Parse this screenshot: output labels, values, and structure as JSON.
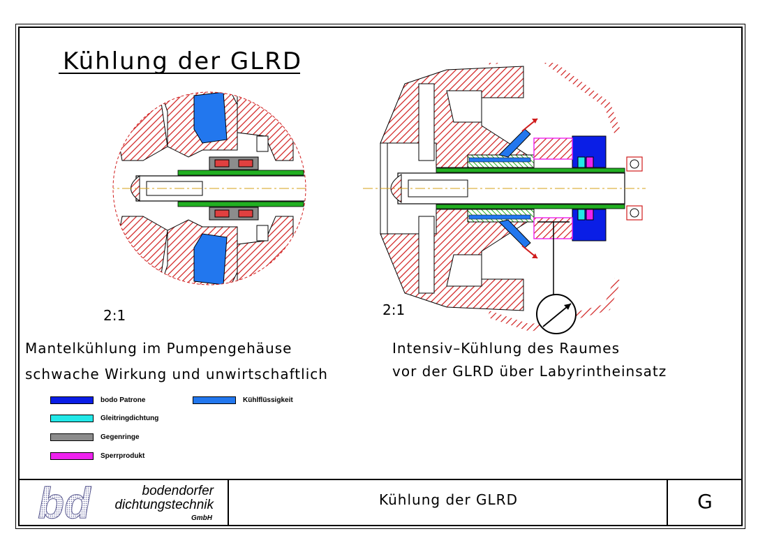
{
  "title": "Kühlung der GLRD",
  "left_view": {
    "scale": "2:1",
    "caption_line1": "Mantelkühlung im Pumpengehäuse",
    "caption_line2": "schwache Wirkung und unwirtschaftlich"
  },
  "right_view": {
    "scale": "2:1",
    "caption_line1": "Intensiv–Kühlung des Raumes",
    "caption_line2": "vor der GLRD über Labyrintheinsatz"
  },
  "legend": [
    {
      "label": "bodo Patrone",
      "color": "#0a1ee6"
    },
    {
      "label": "Gleitringdichtung",
      "color": "#22e8e8"
    },
    {
      "label": "Gegenringe",
      "color": "#8c8c8c"
    },
    {
      "label": "Sperrprodukt",
      "color": "#ee22ee"
    },
    {
      "label": "Kühlflüssigkeit",
      "color": "#2277ee"
    }
  ],
  "title_block": {
    "company_line1": "bodendorfer",
    "company_line2": "dichtungstechnik",
    "company_line3": "GmbH",
    "logo_text": "bd",
    "drawing_title": "Kühlung der GLRD",
    "sheet": "G"
  },
  "colors": {
    "hatch_red": "#d01c1c",
    "cooling_blue": "#2277ee",
    "shaft_green": "#22b022"
  }
}
